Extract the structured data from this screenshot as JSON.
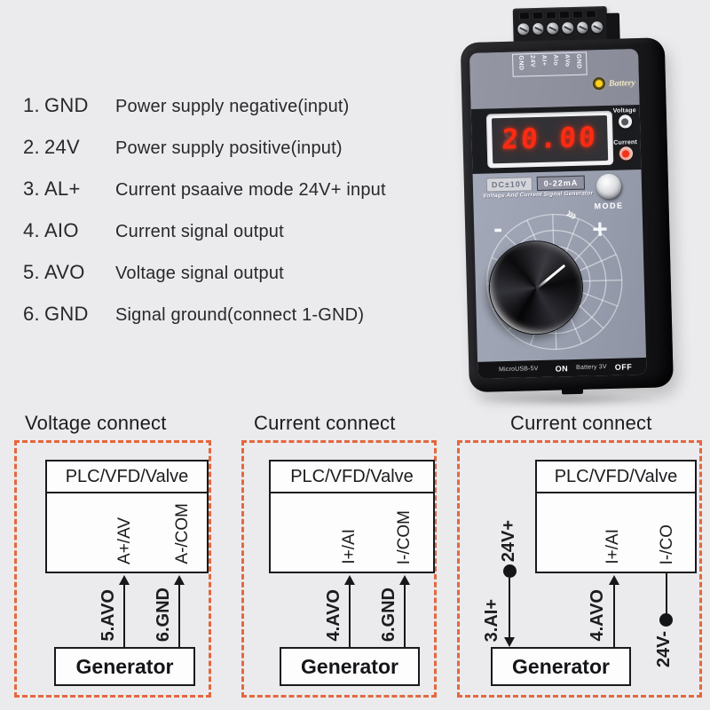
{
  "colors": {
    "background": "#ebebed",
    "accent_dashed_border": "#e4673f",
    "digit_red": "#ff2a12",
    "led_yellow": "#ffd21c",
    "led_red": "#ef3418",
    "panel_gray": "#9aa0b0",
    "body_black": "#1b1b1e"
  },
  "legend": {
    "items": [
      {
        "num": "1.",
        "name": "GND",
        "desc": "Power supply negative(input)"
      },
      {
        "num": "2.",
        "name": "24V",
        "desc": "Power supply positive(input)"
      },
      {
        "num": "3.",
        "name": "AL+",
        "desc": "Current psaaive mode 24V+ input"
      },
      {
        "num": "4.",
        "name": "AIO",
        "desc": "Current signal output"
      },
      {
        "num": "5.",
        "name": "AVO",
        "desc": "Voltage signal output"
      },
      {
        "num": "6.",
        "name": "GND",
        "desc": "Signal ground(connect 1-GND)"
      }
    ]
  },
  "device": {
    "pin_labels": [
      "GND",
      "24V",
      "AI+",
      "AIo",
      "AVo",
      "GND"
    ],
    "battery_label": "Battery",
    "display_value": "20.00",
    "voltage_led_label": "Voltage",
    "current_led_label": "Current",
    "range_voltage": "DC±10V",
    "range_current": "0-22mA",
    "product_title": "Voltage And Current Signal Generator",
    "mode_button_label": "MODE",
    "dial_minus": "-",
    "dial_plus": "+",
    "dial_arrows": "›››",
    "bottom_labels": {
      "power": "MicroUSB-5V",
      "on": "ON",
      "battery": "Battery 3V",
      "off": "OFF"
    }
  },
  "diagrams": [
    {
      "title": "Voltage connect",
      "plc": "PLC/VFD/Valve",
      "terminal_left": "A+/AV",
      "terminal_right": "A-/COM",
      "wire_left": "5.AVO",
      "wire_right": "6.GND",
      "generator": "Generator"
    },
    {
      "title": "Current connect",
      "plc": "PLC/VFD/Valve",
      "terminal_left": "I+/AI",
      "terminal_right": "I-/COM",
      "wire_left": "4.AVO",
      "wire_right": "6.GND",
      "generator": "Generator"
    },
    {
      "title": "Current connect",
      "plc": "PLC/VFD/Valve",
      "terminal_left": "I+/AI",
      "terminal_right": "I-/CO",
      "supply_top": "24V+",
      "wire_left": "3.AI+",
      "wire_mid": "4.AVO",
      "supply_bottom": "24V-",
      "generator": "Generator"
    }
  ]
}
